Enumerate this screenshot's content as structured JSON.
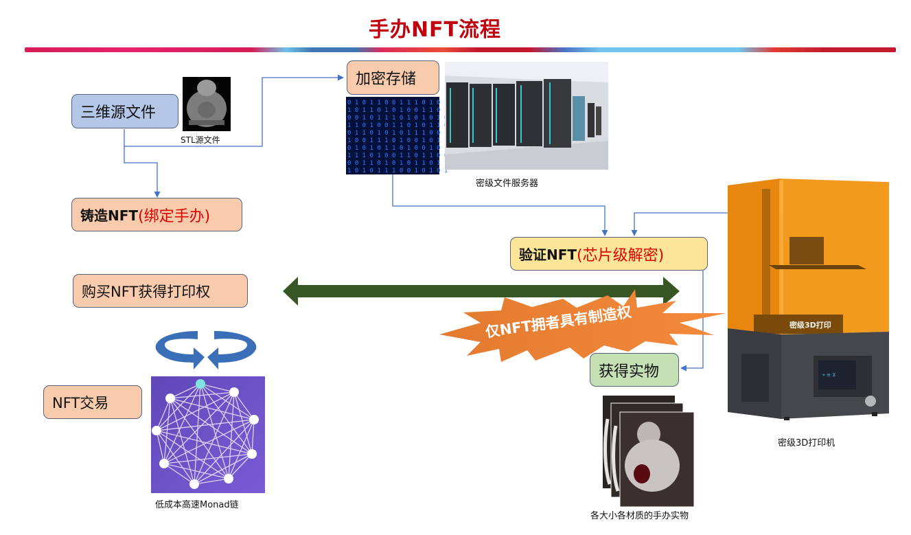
{
  "title": "手办NFT流程",
  "nodes": {
    "source_file": {
      "label": "三维源文件"
    },
    "encrypted_storage": {
      "label": "加密存储"
    },
    "mint_nft": {
      "label": "铸造NFT",
      "label_highlight": "(绑定手办)"
    },
    "verify_nft": {
      "label": "验证NFT",
      "label_highlight": "(芯片级解密)"
    },
    "buy_nft": {
      "label": "购买NFT获得打印权"
    },
    "get_physical": {
      "label": "获得实物"
    },
    "nft_trade": {
      "label": "NFT交易"
    }
  },
  "captions": {
    "stl_file": "STL源文件",
    "file_server": "密级文件服务器",
    "printer": "密级3D打印机",
    "printer_label": "密级3D打印",
    "chain": "低成本高速Monad链",
    "figures": "各大小各材质的手办实物"
  },
  "callout": {
    "text": "仅NFT拥者具有制造权"
  },
  "colors": {
    "title": "#c0000c",
    "box_blue": "#b4c7e7",
    "box_peach": "#f8cbad",
    "box_yellow": "#fde699",
    "box_green": "#c5e0b4",
    "connector": "#4472c4",
    "double_arrow": "#375623",
    "starburst": "#f07b2e",
    "highlight_text": "#e00000"
  }
}
